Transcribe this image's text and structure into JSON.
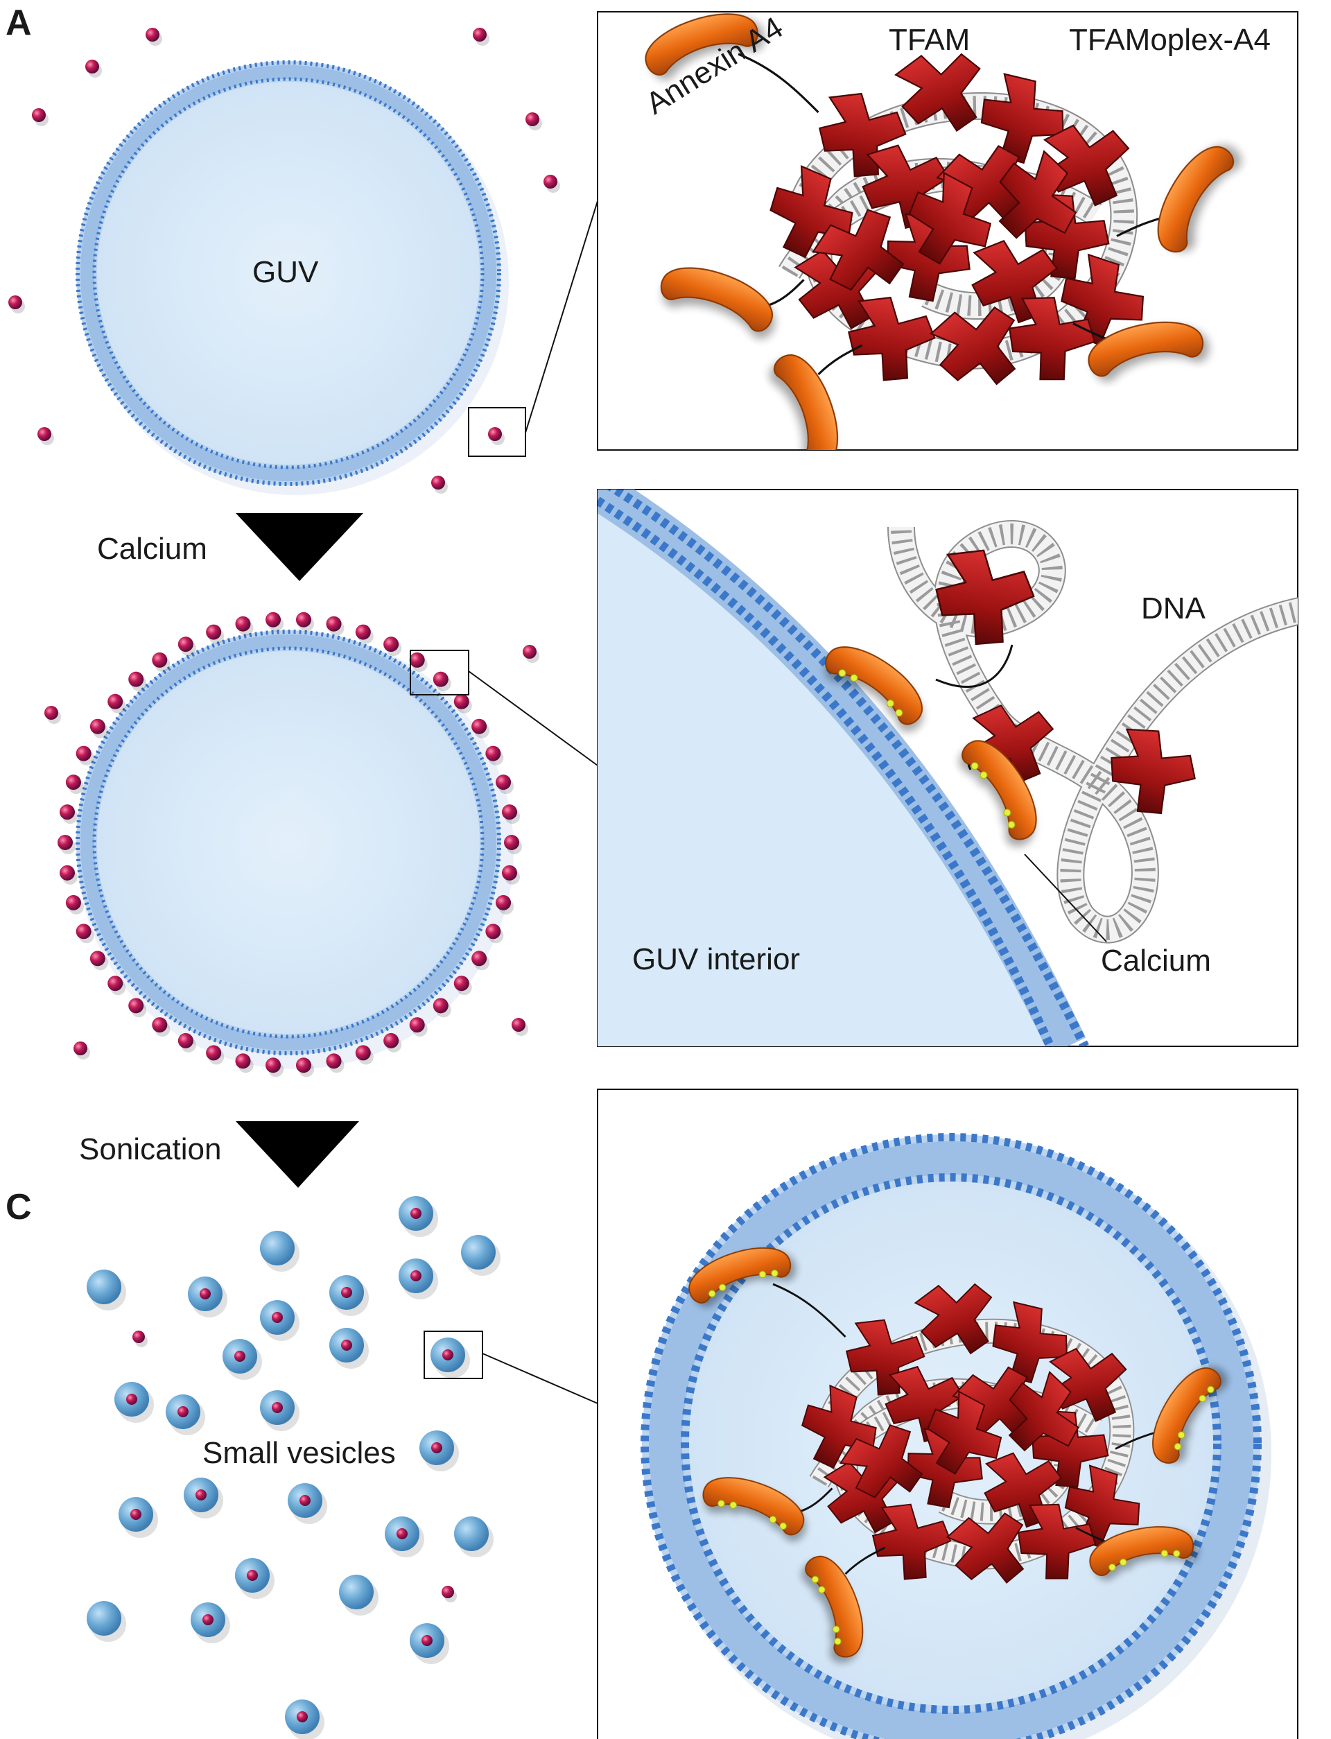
{
  "panels": {
    "a": "A",
    "c": "C"
  },
  "labels": {
    "guv": "GUV",
    "calcium_step": "Calcium",
    "sonication_step": "Sonication",
    "small_vesicles": "Small vesicles",
    "annexin_a4": "Annexin A4",
    "tfam": "TFAM",
    "tfamoplex_a4": "TFAMoplex-A4",
    "dna": "DNA",
    "guv_interior": "GUV interior",
    "calcium_inset": "Calcium"
  },
  "colors": {
    "membrane": "#3b78c9",
    "membrane_dark": "#2a5ea8",
    "lumen": "#d8eaf9",
    "complex_particle": "#b3184e",
    "tfam_red": "#9e1212",
    "annexin_orange": "#e8680f",
    "calcium_yellow": "#e6f03c",
    "vesicle_blue": "#63a3d1",
    "dna_gray": "#c9c9c9",
    "arrow_black": "#000000"
  },
  "icons": {
    "step_arrow": "down-triangle-arrow",
    "zoom_box": "zoom-callout-box"
  }
}
